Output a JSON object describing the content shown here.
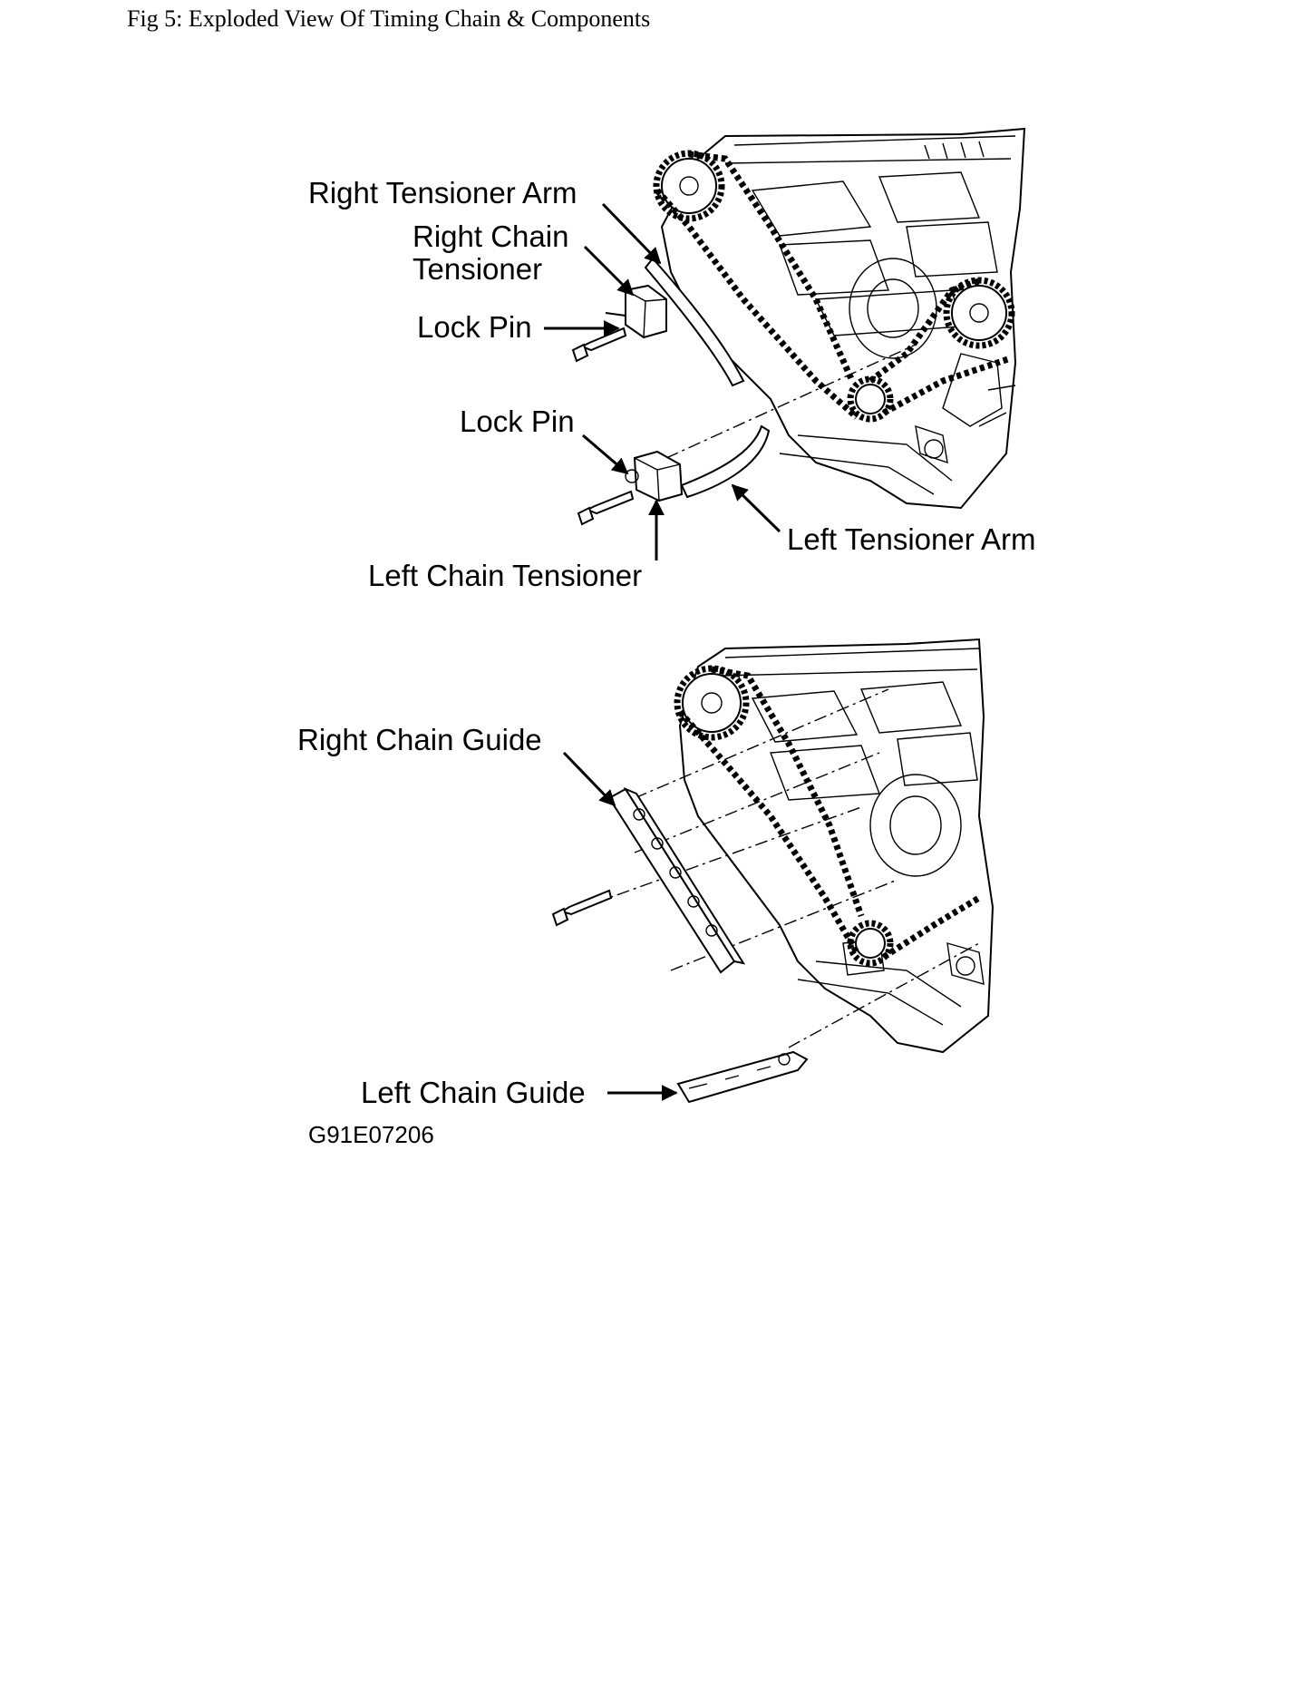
{
  "figure": {
    "title": "Fig 5: Exploded View Of Timing Chain & Components",
    "code": "G91E07206"
  },
  "upper_view": {
    "labels": {
      "right_tensioner_arm": "Right Tensioner Arm",
      "right_chain_tensioner_line1": "Right Chain",
      "right_chain_tensioner_line2": "Tensioner",
      "lock_pin_right": "Lock Pin",
      "lock_pin_left": "Lock Pin",
      "left_tensioner_arm": "Left Tensioner Arm",
      "left_chain_tensioner": "Left Chain Tensioner"
    }
  },
  "lower_view": {
    "labels": {
      "right_chain_guide": "Right Chain Guide",
      "left_chain_guide": "Left Chain Guide"
    }
  },
  "colors": {
    "ink": "#000000",
    "paper": "#ffffff"
  }
}
